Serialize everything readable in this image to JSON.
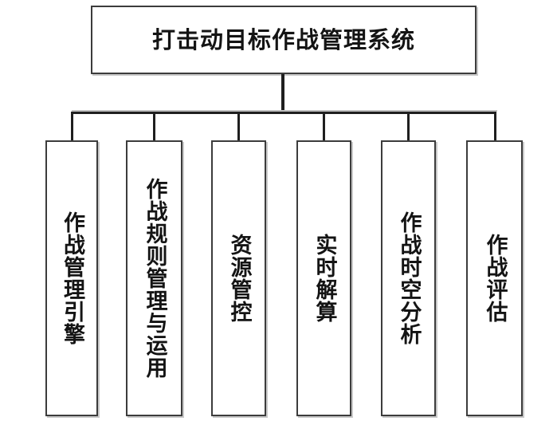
{
  "diagram": {
    "type": "organization-hierarchy",
    "orientation": "top-down",
    "text_direction": "vertical-for-leaves",
    "colors": {
      "background": "#ffffff",
      "box_fill": "#ffffff",
      "box_border": "#3c3c3c",
      "connector": "#1f1f1f",
      "text": "#141414",
      "shadow": "#c9c9c9"
    },
    "root": {
      "label": "打击动目标作战管理系统"
    },
    "children": [
      {
        "label": "作战管理引擎"
      },
      {
        "label": "作战规则管理与运用"
      },
      {
        "label": "资源管控"
      },
      {
        "label": "实时解算"
      },
      {
        "label": "作战时空分析"
      },
      {
        "label": "作战评估"
      }
    ]
  }
}
